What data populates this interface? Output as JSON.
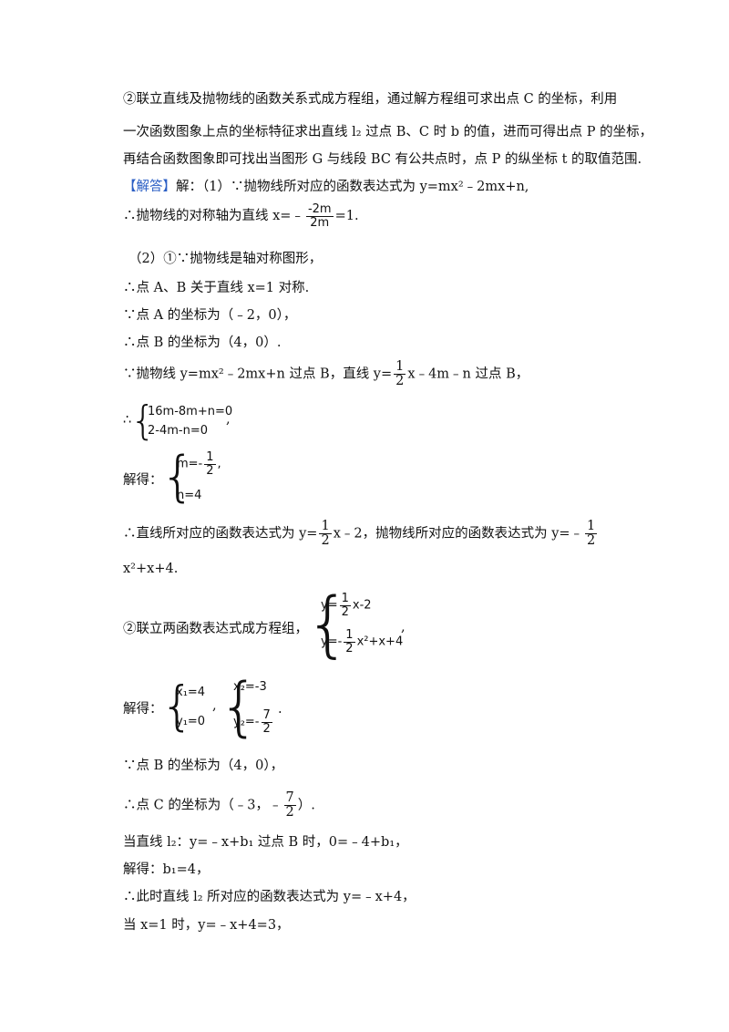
{
  "para1": [
    "②联立直线及抛物线的函数关系式成方程组，通过解方程组可求出点 C 的坐标，利用",
    "一次函数图象上点的坐标特征求出直线 l₂ 过点 B、C 时 b 的值，进而可得出点 P 的坐标，",
    "再结合函数图象即可找出当图形 G 与线段 BC 有公共点时，点 P 的纵坐标 t 的取值范围."
  ],
  "answer_tag": "【解答】",
  "answer_intro": "解：（1）∵抛物线所对应的函数表达式为 y=mx²﹣2mx+n,",
  "axis_line": {
    "prefix": "∴抛物线的对称轴为直线 x=﹣",
    "num": "-2m",
    "den": "2m",
    "suffix": "=1."
  },
  "part2": [
    "（2）①∵抛物线是轴对称图形，",
    "∴点 A、B 关于直线 x=1 对称.",
    "∵点 A 的坐标为（﹣2，0），",
    "∴点 B 的坐标为（4，0）."
  ],
  "pass_line": {
    "left": "∵抛物线 y=mx²﹣2mx+n 过点 B，直线 y=",
    "num": "1",
    "den": "2",
    "right": "x﹣4m﹣n 过点 B，"
  },
  "sys1": {
    "prefix": "∴",
    "eq1": "16m-8m+n=0",
    "eq2": "2-4m-n=0",
    "suffix": ","
  },
  "sol1": {
    "prefix": "解得：",
    "m_left": "m=-",
    "m_num": "1",
    "m_den": "2",
    "m_suffix": ",",
    "n_eq": "n=4"
  },
  "expr_line": {
    "left": "∴直线所对应的函数表达式为 y=",
    "num": "1",
    "den": "2",
    "mid": "x﹣2，抛物线所对应的函数表达式为 y=﹣",
    "num2": "1",
    "den2": "2"
  },
  "expr_cont": "x²+x+4.",
  "sys2": {
    "prefix": "②联立两函数表达式成方程组，",
    "e1_left": "y=",
    "e1_num": "1",
    "e1_den": "2",
    "e1_right": "x-2",
    "e2_left": "y=-",
    "e2_num": "1",
    "e2_den": "2",
    "e2_right": "x²+x+4",
    "suffix": ","
  },
  "sol2": {
    "prefix": "解得：",
    "x1": "x₁=4",
    "y1": "y₁=0",
    "mid": ",",
    "x2": "x₂=-3",
    "y2_left": "y₂=-",
    "y2_num": "7",
    "y2_den": "2",
    "suffix": "."
  },
  "pointB": "∵点 B 的坐标为（4，0），",
  "pointC": {
    "left": "∴点 C 的坐标为（﹣3，﹣",
    "num": "7",
    "den": "2",
    "right": "）."
  },
  "tail": [
    "当直线 l₂：y=﹣x+b₁ 过点 B 时，0=﹣4+b₁，",
    "解得：b₁=4，",
    "∴此时直线 l₂ 所对应的函数表达式为 y=﹣x+4，",
    "当 x=1 时，y=﹣x+4=3，"
  ]
}
